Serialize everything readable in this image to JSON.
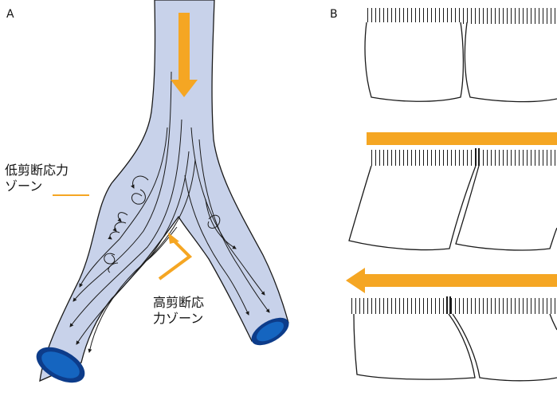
{
  "panels": {
    "a": {
      "label": "A"
    },
    "b": {
      "label": "B"
    }
  },
  "annotations": {
    "low_shear": {
      "line1": "低剪断応力",
      "line2": "ゾーン"
    },
    "high_shear": {
      "line1": "高剪断応",
      "line2": "力ゾーン"
    }
  },
  "colors": {
    "vessel_fill": "#c8d2ea",
    "vessel_outline": "#1a1a1a",
    "flow_arrow": "#f5a623",
    "lumen_blue": "#1565c0",
    "lumen_dark": "#0d3c8a"
  }
}
